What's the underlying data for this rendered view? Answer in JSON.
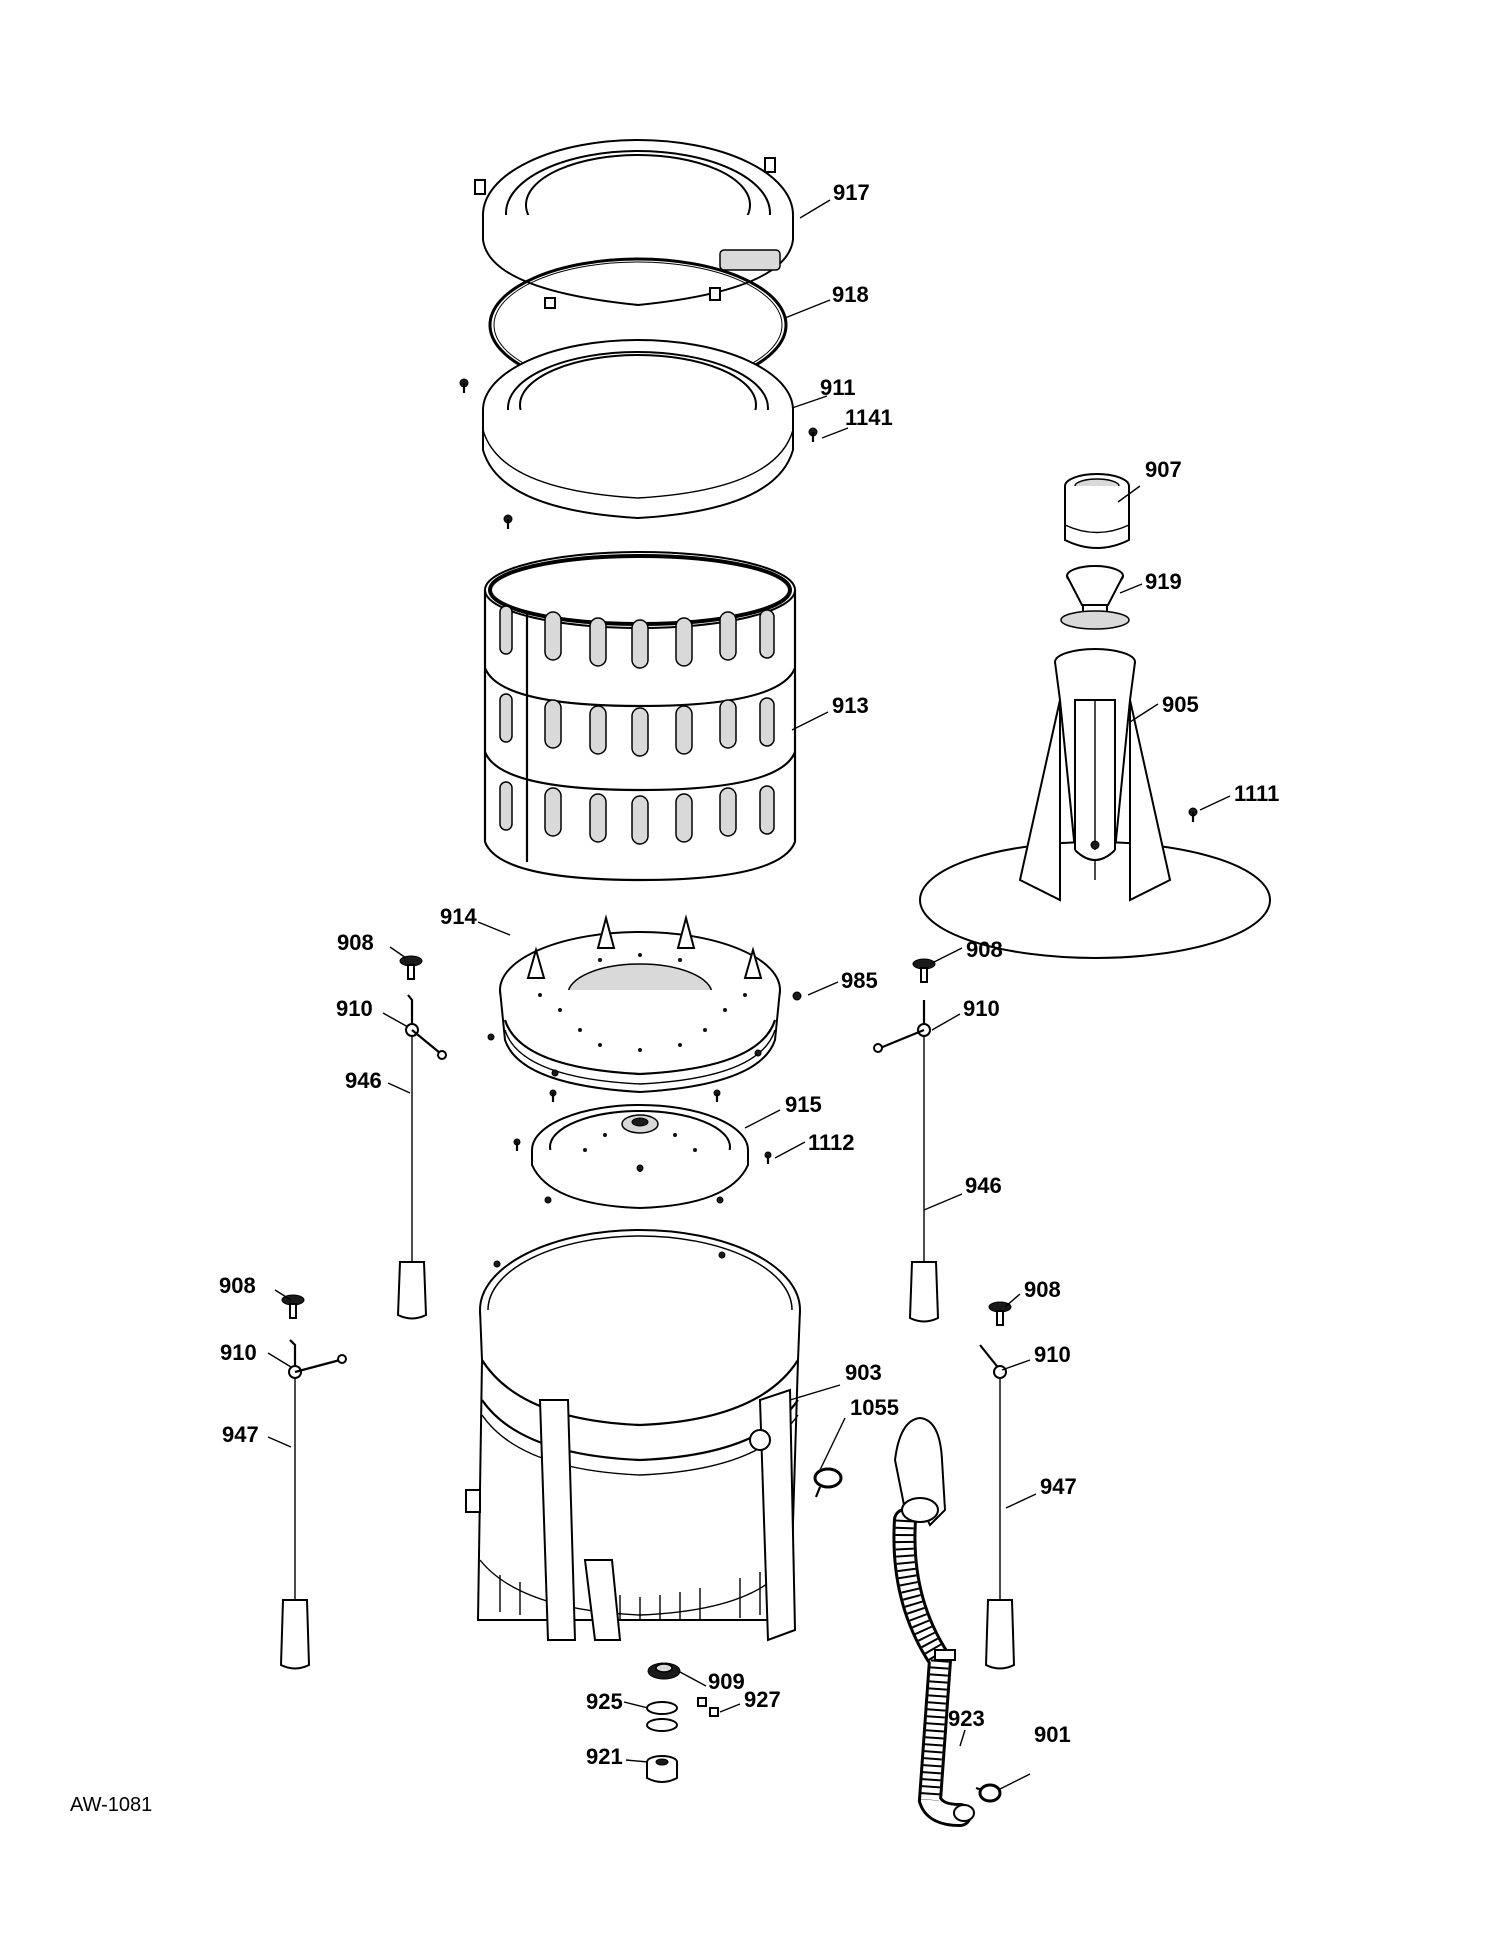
{
  "figure_code": "AW-1081",
  "labels": [
    {
      "id": "917",
      "text": "917"
    },
    {
      "id": "918",
      "text": "918"
    },
    {
      "id": "911",
      "text": "911"
    },
    {
      "id": "1141",
      "text": "1141"
    },
    {
      "id": "907",
      "text": "907"
    },
    {
      "id": "919",
      "text": "919"
    },
    {
      "id": "913",
      "text": "913"
    },
    {
      "id": "905",
      "text": "905"
    },
    {
      "id": "1111",
      "text": "1111"
    },
    {
      "id": "914",
      "text": "914"
    },
    {
      "id": "908a",
      "text": "908"
    },
    {
      "id": "908b",
      "text": "908"
    },
    {
      "id": "910a",
      "text": "910"
    },
    {
      "id": "910b",
      "text": "910"
    },
    {
      "id": "985",
      "text": "985"
    },
    {
      "id": "946a",
      "text": "946"
    },
    {
      "id": "946b",
      "text": "946"
    },
    {
      "id": "915",
      "text": "915"
    },
    {
      "id": "1112",
      "text": "1112"
    },
    {
      "id": "908c",
      "text": "908"
    },
    {
      "id": "908d",
      "text": "908"
    },
    {
      "id": "910c",
      "text": "910"
    },
    {
      "id": "910d",
      "text": "910"
    },
    {
      "id": "903",
      "text": "903"
    },
    {
      "id": "1055",
      "text": "1055"
    },
    {
      "id": "947a",
      "text": "947"
    },
    {
      "id": "947b",
      "text": "947"
    },
    {
      "id": "909",
      "text": "909"
    },
    {
      "id": "925",
      "text": "925"
    },
    {
      "id": "927",
      "text": "927"
    },
    {
      "id": "923",
      "text": "923"
    },
    {
      "id": "901",
      "text": "901"
    },
    {
      "id": "921",
      "text": "921"
    }
  ]
}
